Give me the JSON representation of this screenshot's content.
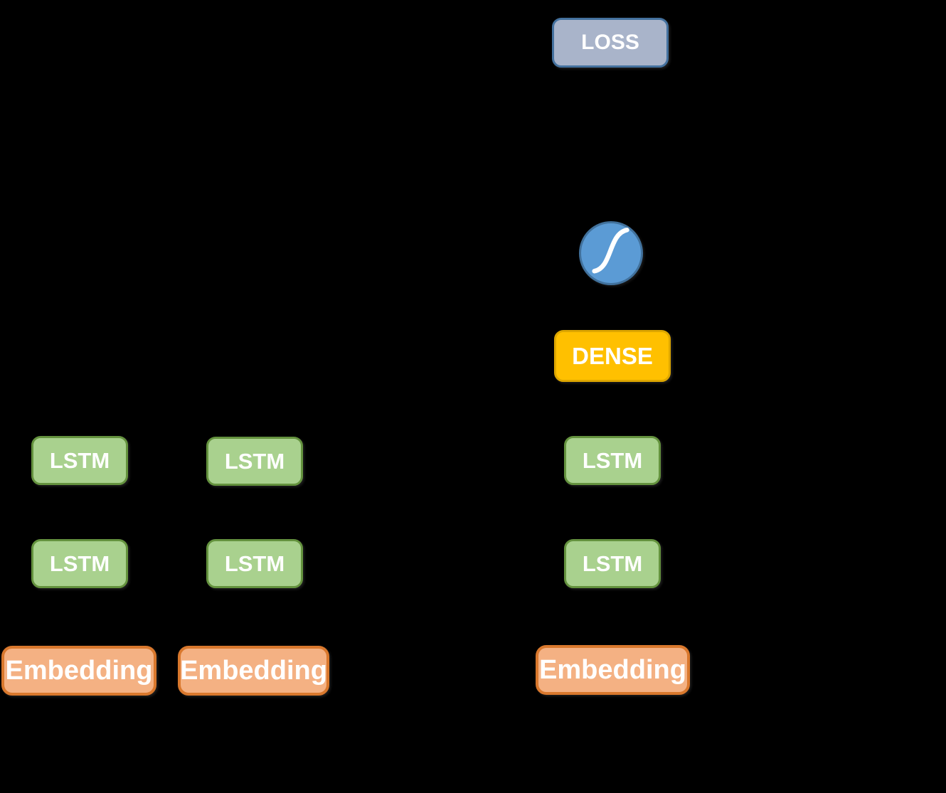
{
  "diagram": {
    "background_color": "#000000",
    "loss_node": {
      "label": "LOSS",
      "fill": "#a9b4ca",
      "border": "#44719e",
      "text_color": "#ffffff"
    },
    "activation_node": {
      "icon": "sigmoid-curve-icon",
      "fill": "#5b9bd5",
      "border": "#41719c",
      "curve_color": "#ffffff"
    },
    "dense_node": {
      "label": "DENSE",
      "fill": "#ffc000",
      "border": "#dda600",
      "text_color": "#ffffff"
    },
    "lstm_node": {
      "label": "LSTM",
      "fill": "#a9d18e",
      "border": "#64923e",
      "text_color": "#ffffff"
    },
    "embedding_node": {
      "label": "Embedding",
      "fill": "#f4b183",
      "border": "#d9782d",
      "text_color": "#ffffff"
    }
  }
}
